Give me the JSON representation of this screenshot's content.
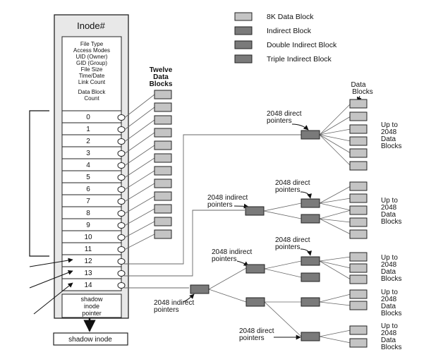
{
  "legend": {
    "items": [
      {
        "label": "8K Data Block",
        "color": "#c4c4c4"
      },
      {
        "label": "Indirect Block",
        "color": "#7a7a7a"
      },
      {
        "label": "Double Indirect Block",
        "color": "#7a7a7a"
      },
      {
        "label": "Triple Indirect Block",
        "color": "#7a7a7a"
      }
    ]
  },
  "inode": {
    "title": "Inode#",
    "fields": [
      "File Type",
      "Access Modes",
      "UID (Owner)",
      "GID (Group)",
      "File Size",
      "Time/Date",
      "Link Count"
    ],
    "count_lines": [
      "Data Block",
      "Count"
    ],
    "slots": [
      "0",
      "1",
      "2",
      "3",
      "4",
      "5",
      "6",
      "7",
      "8",
      "9",
      "10",
      "11",
      "12",
      "13",
      "14"
    ],
    "shadow_lines": [
      "shadow",
      "inode",
      "pointer"
    ],
    "shadow_target": "shadow inode"
  },
  "twelve": {
    "lines": [
      "Twelve",
      "Data",
      "Blocks"
    ]
  },
  "data_blocks_heading": [
    "Data",
    "Blocks"
  ],
  "labels": {
    "direct_ptrs": [
      "2048 direct",
      "pointers"
    ],
    "indirect_ptrs": [
      "2048 indirect",
      "pointers"
    ],
    "up_to": [
      "Up to",
      "2048",
      "Data",
      "Blocks"
    ]
  },
  "colors": {
    "data_block": "#c4c4c4",
    "indirect_block": "#7a7a7a",
    "line": "#666666",
    "border": "#222222"
  }
}
